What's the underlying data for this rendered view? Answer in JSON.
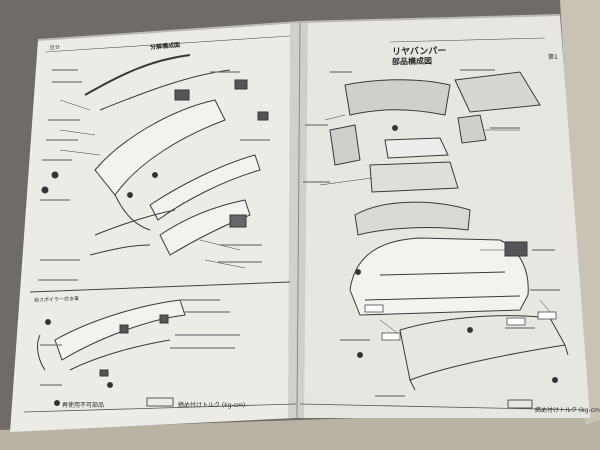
{
  "book": {
    "left_page": {
      "header": "区分",
      "title": "分解構成図",
      "section_label": "前スポイラー付き車",
      "footer_left": "再使用不可部品",
      "footer_right": "締め付けトルク (kg-cm)"
    },
    "right_page": {
      "title": "リヤバンパー",
      "subtitle": "部品構成図",
      "page_no": "第1",
      "footer_right": "締め付けトルク (kg-cm)"
    }
  }
}
